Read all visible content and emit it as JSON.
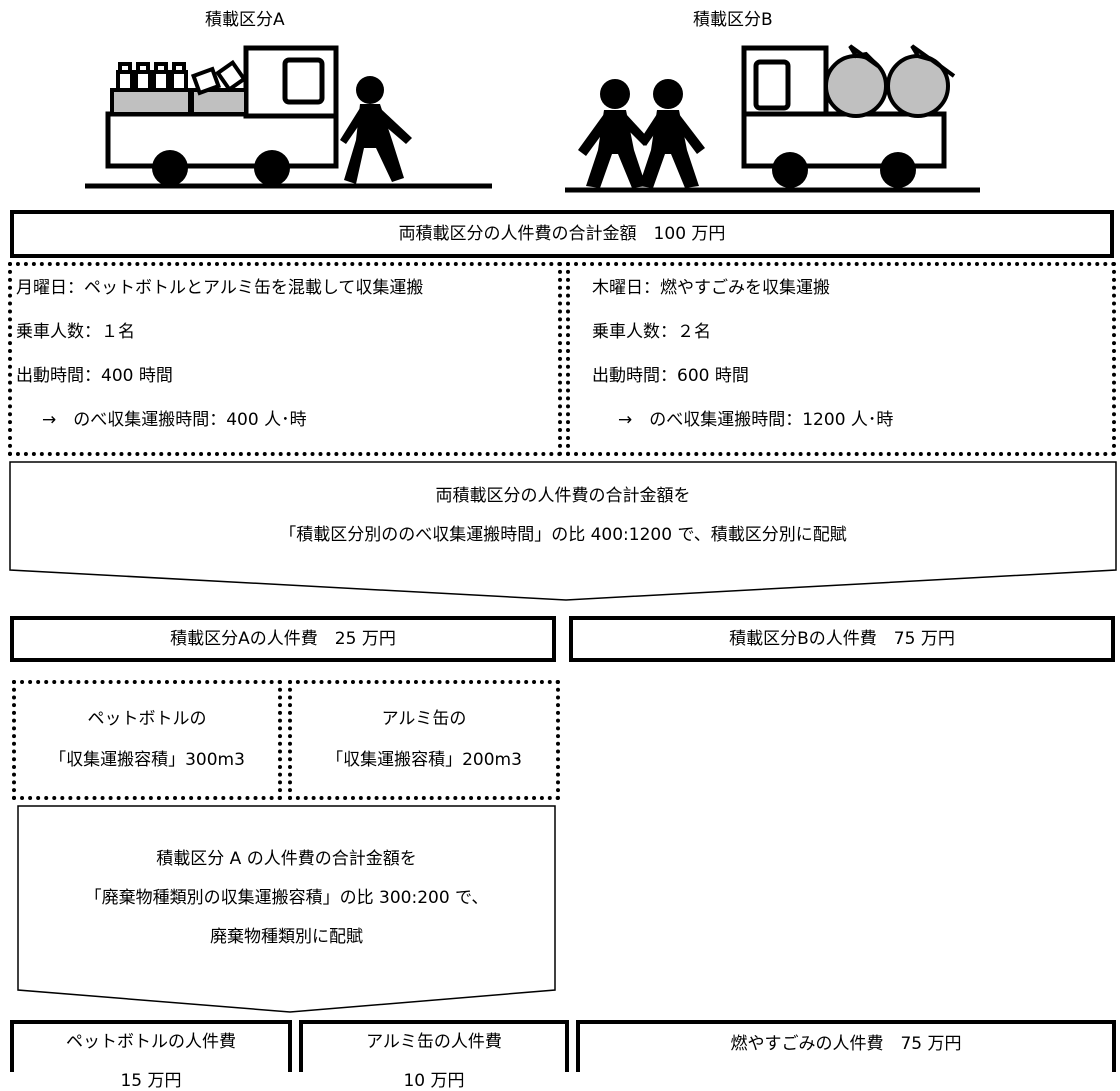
{
  "illustration": {
    "label_a": "積載区分A",
    "label_b": "積載区分B"
  },
  "total_box": {
    "text": "両積載区分の人件費の合計金額　100 万円"
  },
  "section_a": {
    "line1": "月曜日：ペットボトルとアルミ缶を混載して収集運搬",
    "line2": "乗車人数：１名",
    "line3": "出動時間：400 時間",
    "line4": "→　のべ収集運搬時間：400 人･時"
  },
  "section_b": {
    "line1": "木曜日：燃やすごみを収集運搬",
    "line2": "乗車人数：２名",
    "line3": "出動時間：600 時間",
    "line4": "→　のべ収集運搬時間：1200 人･時"
  },
  "allocation1": {
    "line1": "両積載区分の人件費の合計金額を",
    "line2": "「積載区分別ののべ収集運搬時間」の比 400:1200 で、積載区分別に配賦"
  },
  "cost_a": {
    "text": "積載区分Aの人件費　25 万円"
  },
  "cost_b": {
    "text": "積載区分Bの人件費　75 万円"
  },
  "volume_pet": {
    "line1": "ペットボトルの",
    "line2": "「収集運搬容積」300m3"
  },
  "volume_alu": {
    "line1": "アルミ缶の",
    "line2": "「収集運搬容積」200m3"
  },
  "allocation2": {
    "line1": "積載区分 A の人件費の合計金額を",
    "line2": "「廃棄物種類別の収集運搬容積」の比 300:200 で、",
    "line3": "廃棄物種類別に配賦"
  },
  "result_pet": {
    "line1": "ペットボトルの人件費",
    "line2": "15 万円"
  },
  "result_alu": {
    "line1": "アルミ缶の人件費",
    "line2": "10 万円"
  },
  "result_burn": {
    "text": "燃やすごみの人件費　75 万円"
  },
  "colors": {
    "line": "#000000",
    "cargo_fill": "#c0c0c0",
    "background": "#ffffff"
  }
}
